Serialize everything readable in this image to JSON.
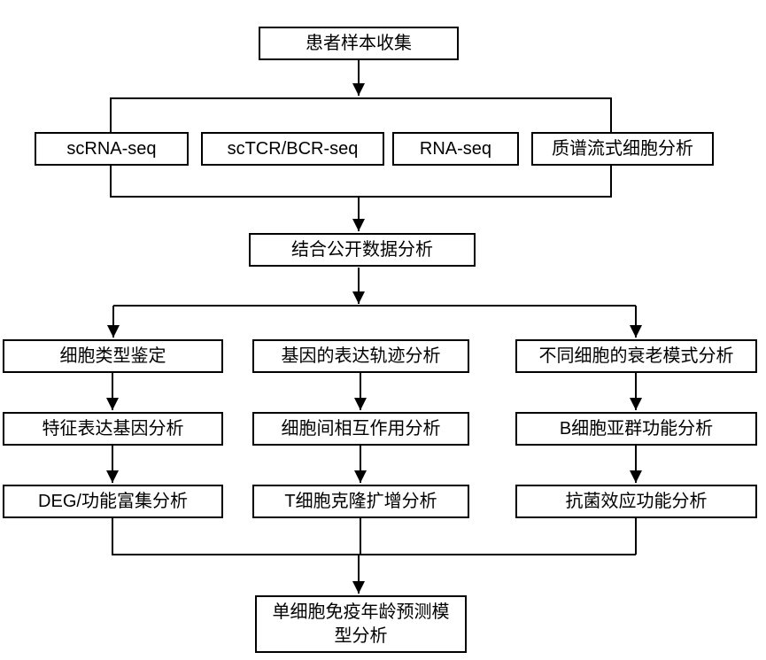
{
  "flowchart": {
    "top": {
      "label": "患者样本收集"
    },
    "methods": [
      {
        "label": "scRNA-seq"
      },
      {
        "label": "scTCR/BCR-seq"
      },
      {
        "label": "RNA-seq"
      },
      {
        "label": "质谱流式细胞分析"
      }
    ],
    "integration": {
      "label": "结合公开数据分析"
    },
    "columns": [
      {
        "steps": [
          "细胞类型鉴定",
          "特征表达基因分析",
          "DEG/功能富集分析"
        ]
      },
      {
        "steps": [
          "基因的表达轨迹分析",
          "细胞间相互作用分析",
          "T细胞克隆扩增分析"
        ]
      },
      {
        "steps": [
          "不同细胞的衰老模式分析",
          "B细胞亚群功能分析",
          "抗菌效应功能分析"
        ]
      }
    ],
    "final": {
      "label": "单细胞免疫年龄预测模型分析"
    },
    "colors": {
      "line": "#000000",
      "box_border": "#000000",
      "box_fill": "#ffffff",
      "text": "#000000",
      "background": "#ffffff"
    }
  }
}
